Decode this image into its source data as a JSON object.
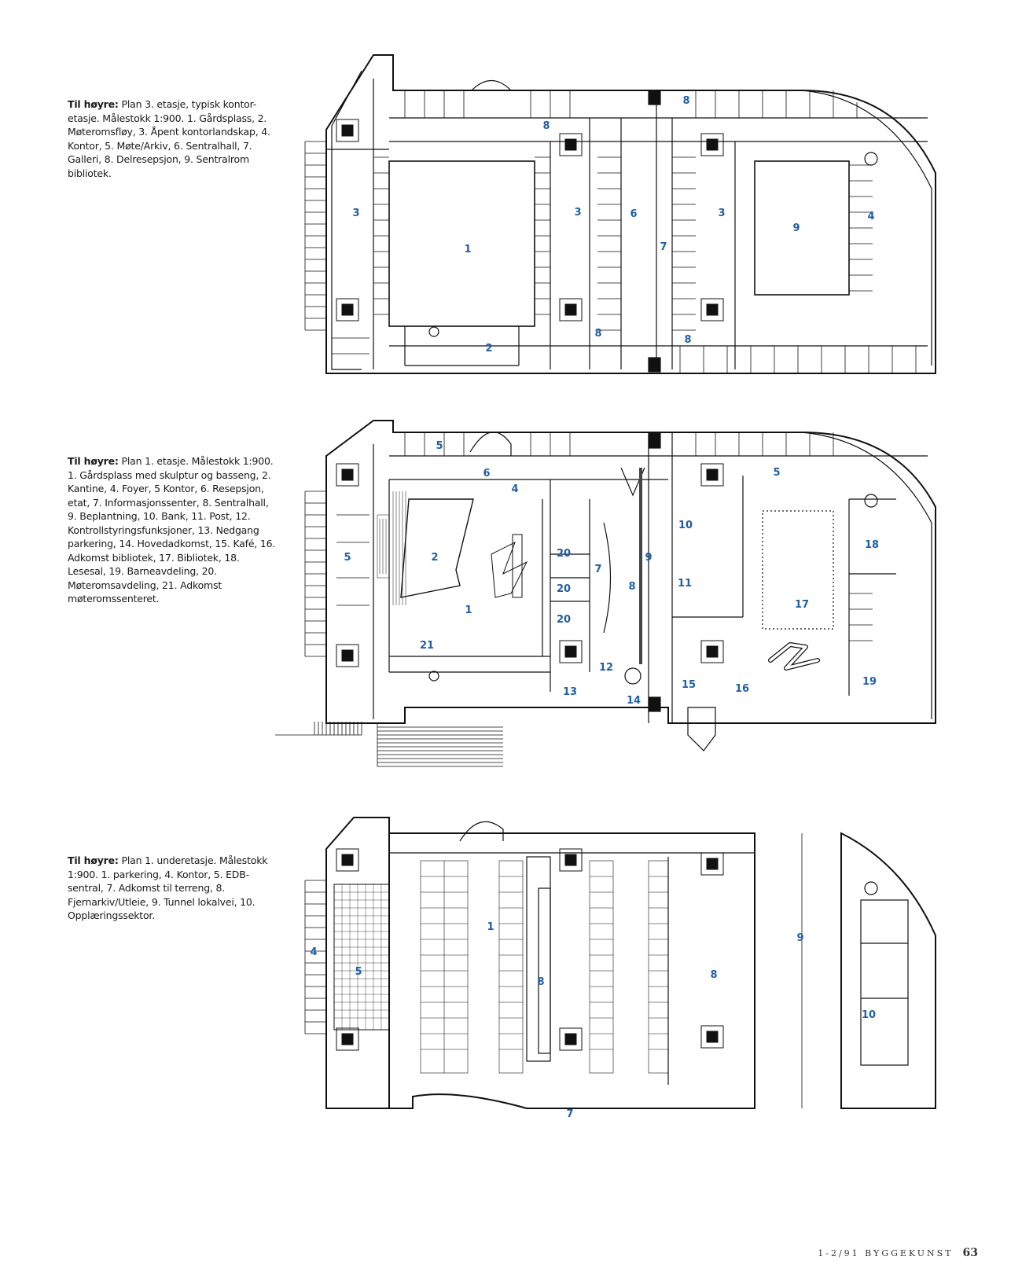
{
  "captions": [
    {
      "heading": "Til høyre:",
      "body": "Plan 3. etasje, typisk kontor-etasje. Målestokk 1:900. 1. Gårdsplass, 2. Møteromsfløy, 3. Åpent kontorlandskap, 4. Kontor, 5. Møte/Arkiv, 6. Sentralhall, 7. Galleri, 8. Delresepsjon, 9. Sentralrom bibliotek."
    },
    {
      "heading": "Til høyre:",
      "body": "Plan 1. etasje. Målestokk 1:900. 1. Gårdsplass med skulptur og basseng, 2. Kantine, 4. Foyer, 5 Kontor, 6. Resepsjon, etat, 7. Informasjonssenter, 8. Sentralhall, 9. Beplantning, 10. Bank, 11. Post, 12. Kontrollstyringsfunksjoner, 13. Nedgang parkering, 14. Hovedadkomst, 15. Kafé, 16. Adkomst bibliotek, 17. Bibliotek, 18. Lesesal, 19. Barneavdeling, 20. Møteromsavdeling, 21. Adkomst møteromssenteret."
    },
    {
      "heading": "Til høyre:",
      "body": "Plan 1. underetasje. Målestokk 1:900. 1. parkering, 4. Kontor, 5. EDB-sentral, 7. Adkomst til terreng, 8. Fjernarkiv/Utleie, 9. Tunnel lokalvei, 10. Opplæringssektor."
    }
  ],
  "plan1_labels": [
    "8",
    "8",
    "3",
    "3",
    "6",
    "3",
    "9",
    "4",
    "1",
    "7",
    "2",
    "8",
    "8"
  ],
  "plan2_labels": [
    "5",
    "6",
    "4",
    "5",
    "5",
    "2",
    "20",
    "7",
    "9",
    "10",
    "18",
    "20",
    "8",
    "11",
    "1",
    "20",
    "17",
    "21",
    "12",
    "15",
    "16",
    "19",
    "13",
    "14"
  ],
  "plan3_labels": [
    "1",
    "9",
    "4",
    "5",
    "8",
    "8",
    "10",
    "7"
  ],
  "footer": {
    "issue": "1-2/91 BYGGEKUNST",
    "page": "63"
  },
  "colors": {
    "label": "#1f5fa8",
    "line": "#111111"
  }
}
